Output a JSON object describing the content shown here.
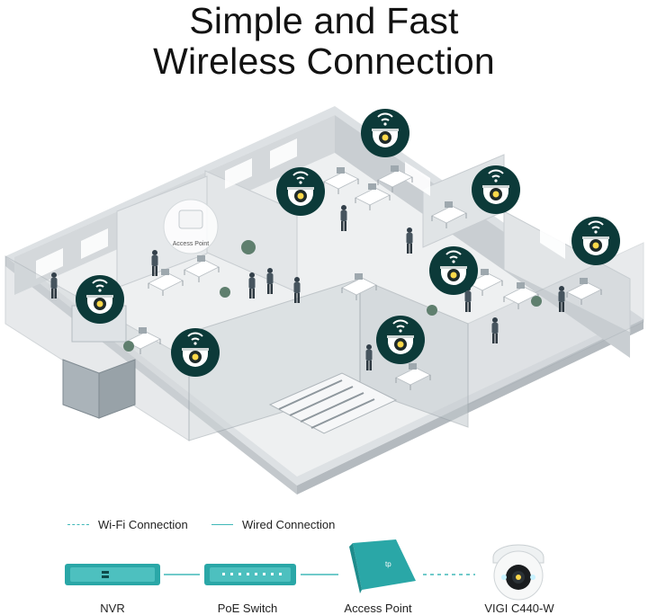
{
  "header": {
    "title_line1": "Simple and Fast",
    "title_line2": "Wireless Connection"
  },
  "floorplan": {
    "access_point_label": "Access Point",
    "camera_icon": "camera-wifi-icon",
    "colors": {
      "accent": "#2aa7a7",
      "camera_badge": "#0b3b3a",
      "walls": "#d9dcde",
      "floor": "#eef0f1"
    }
  },
  "legend": {
    "wifi_label": "Wi-Fi Connection",
    "wired_label": "Wired Connection"
  },
  "devices": {
    "nvr_label": "NVR",
    "switch_label": "PoE Switch",
    "ap_label": "Access Point",
    "camera_label": "VIGI C440-W",
    "ap_brand": "tp"
  }
}
